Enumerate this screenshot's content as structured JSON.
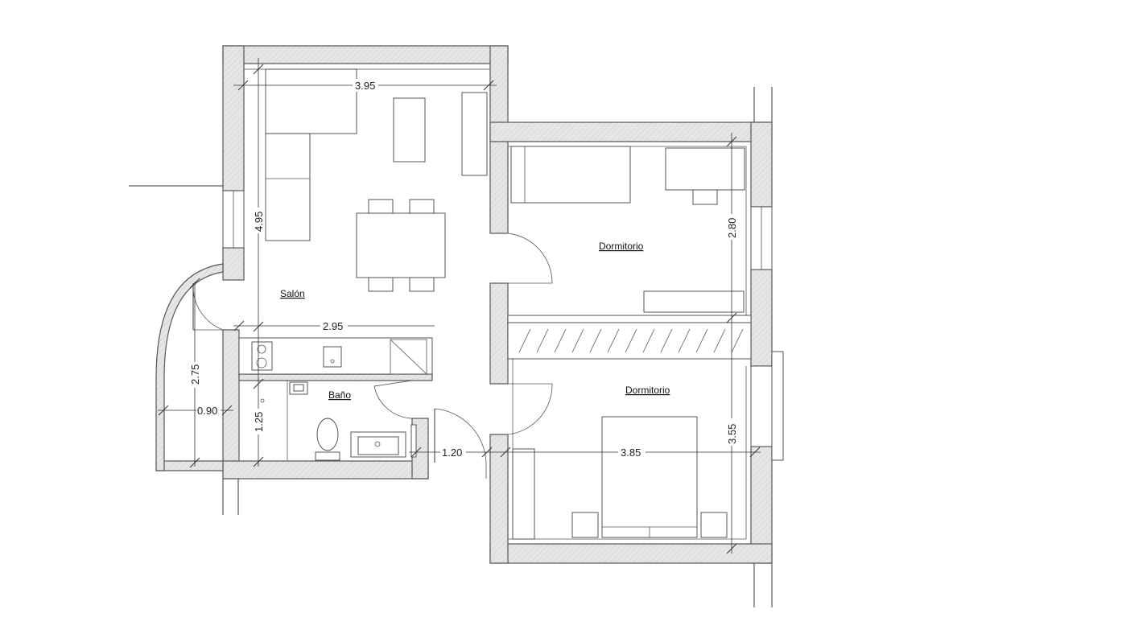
{
  "rooms": {
    "salon": "Salón",
    "dormitorio_top": "Dormitorio",
    "dormitorio_bottom": "Dormitorio",
    "bano": "Baño"
  },
  "dimensions": {
    "salon_width": "3.95",
    "salon_height": "4.95",
    "kitchen_width": "2.95",
    "balcony_height": "2.75",
    "balcony_depth": "0.90",
    "bano_height": "1.25",
    "hall_width": "1.20",
    "dorm_top_height": "2.80",
    "dorm_bottom_width": "3.85",
    "dorm_bottom_height": "3.55"
  }
}
